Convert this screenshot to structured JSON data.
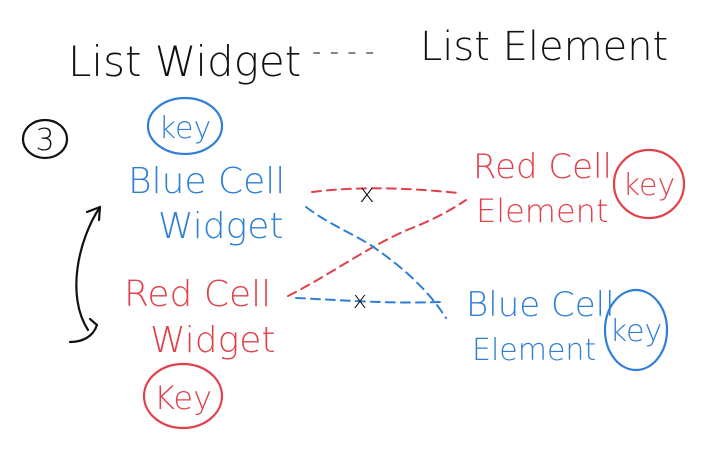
{
  "header": {
    "left_label": "List Widget",
    "separator": "- - - -",
    "right_label": "List Element"
  },
  "step_marker": "3",
  "widgets": [
    {
      "line1": "Blue Cell",
      "line2": "Widget",
      "key": "key",
      "color": "#2f7fd6"
    },
    {
      "line1": "Red Cell",
      "line2": "Widget",
      "key": "Key",
      "color": "#e0414a"
    }
  ],
  "elements": [
    {
      "line1": "Red Cell",
      "line2": "Element",
      "key": "key",
      "color": "#e0414a"
    },
    {
      "line1": "Blue Cell",
      "line2": "Element",
      "key": "key",
      "color": "#2f7fd6"
    }
  ],
  "broken_link_mark": "x",
  "colors": {
    "ink": "#111111",
    "blue": "#2f7fd6",
    "red": "#e0414a",
    "background": "#ffffff"
  }
}
